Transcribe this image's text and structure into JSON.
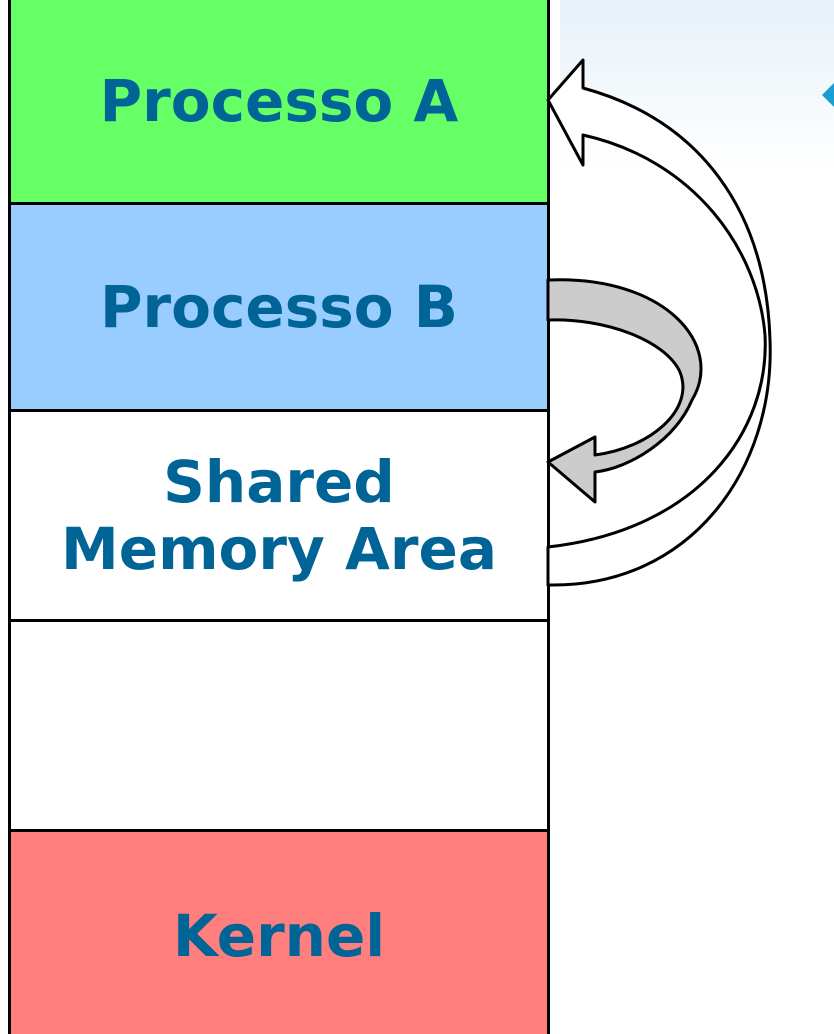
{
  "diagram": {
    "segments": [
      {
        "id": "process-a",
        "label": "Processo A",
        "color": "#66ff66"
      },
      {
        "id": "process-b",
        "label": "Processo B",
        "color": "#99ccff"
      },
      {
        "id": "shared-memory",
        "label": "Shared\nMemory Area",
        "color": "#ffffff"
      },
      {
        "id": "empty",
        "label": "",
        "color": "#ffffff"
      },
      {
        "id": "kernel",
        "label": "Kernel",
        "color": "#ff7f7f"
      }
    ],
    "text_color": "#006496",
    "arrows": [
      {
        "name": "shared-to-process-a-arrow",
        "from": "shared-memory",
        "to": "process-a",
        "fill": "#ffffff"
      },
      {
        "name": "process-b-to-shared-arrow",
        "from": "process-b",
        "to": "shared-memory",
        "fill": "#cccccc"
      }
    ]
  }
}
